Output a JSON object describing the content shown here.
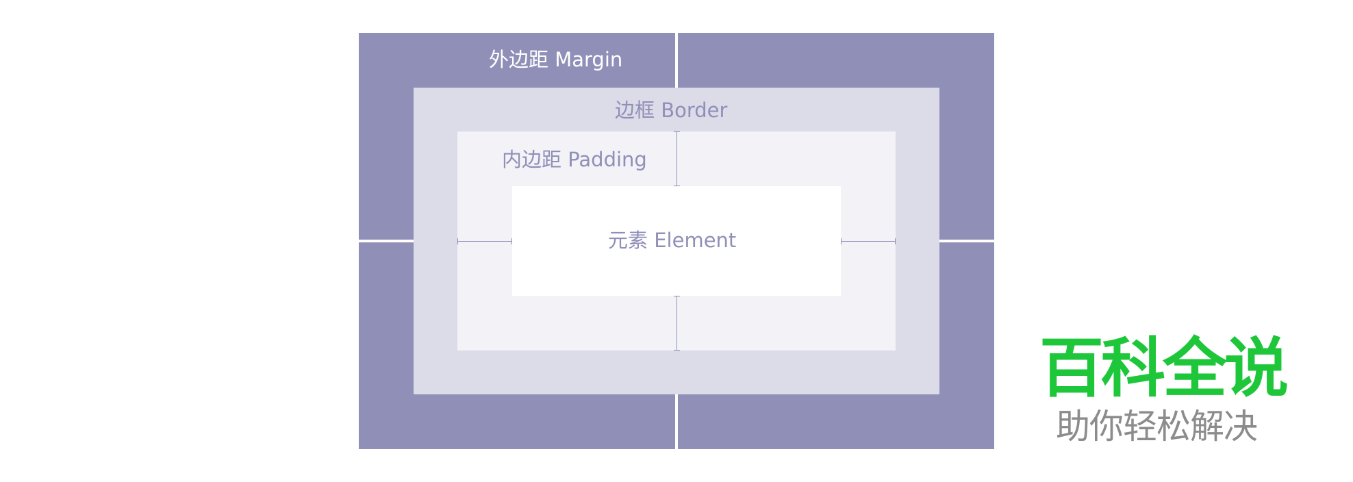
{
  "labels": {
    "margin": "外边距 Margin",
    "border": "边框 Border",
    "padding": "内边距 Padding",
    "element": "元素 Element"
  },
  "watermark": {
    "title": "百科全说",
    "subtitle": "助你轻松解决"
  },
  "colors": {
    "margin": "#8f8fb8",
    "border": "#dcdbe8",
    "padding": "#f2f2f7",
    "element": "#ffffff",
    "label": "#8f8fb8",
    "watermark_green": "#1ec73a",
    "watermark_gray": "#8c8c8c"
  }
}
